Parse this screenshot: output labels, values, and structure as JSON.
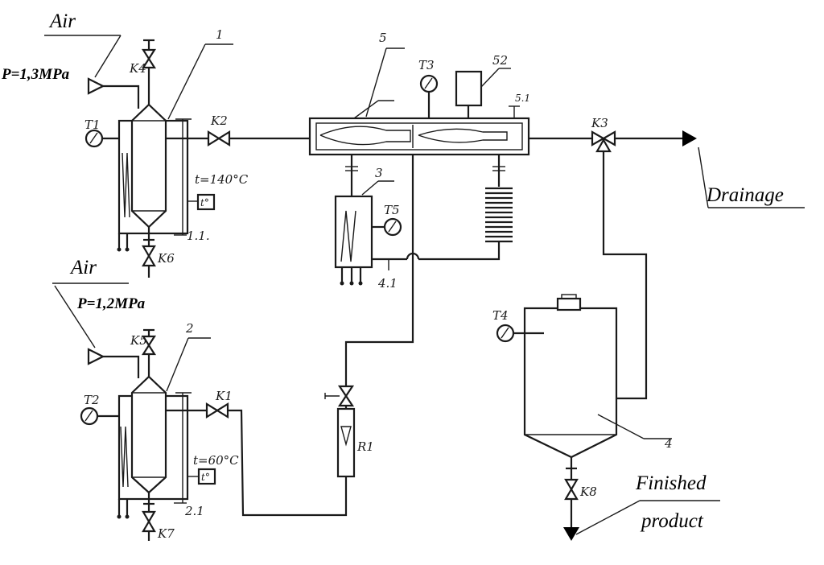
{
  "labels": {
    "air_top": "Air",
    "pressure_top": "P=1,3MPa",
    "air_bottom": "Air",
    "pressure_bottom": "P=1,2MPa",
    "drainage": "Drainage",
    "finished_line1": "Finished",
    "finished_line2": "product"
  },
  "components": {
    "vessel_1": "1",
    "vessel_2": "2",
    "heater_3": "3",
    "receiver_4": "4",
    "mixer_5": "5",
    "part_51": "5.1",
    "part_52": "52",
    "point_11": "1.1.",
    "point_21": "2.1",
    "point_41": "4.1"
  },
  "valves": {
    "k1": "K1",
    "k2": "K2",
    "k3": "K3",
    "k4": "K4",
    "k5": "K5",
    "k6": "K6",
    "k7": "K7",
    "k8": "K8"
  },
  "thermometers": {
    "t1": "T1",
    "t2": "T2",
    "t3": "T3",
    "t4": "T4",
    "t5": "T5"
  },
  "flowmeter": "R1",
  "temperatures": {
    "vessel_1": "t=140°C",
    "vessel_2": "t=60°C",
    "gauge_symbol": "t°"
  }
}
